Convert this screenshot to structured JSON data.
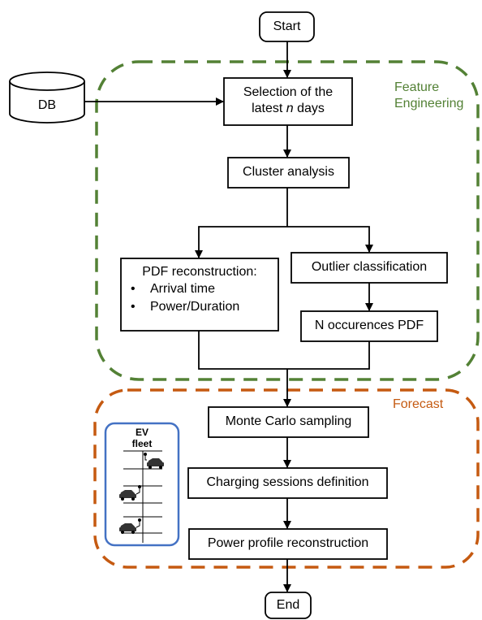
{
  "nodes": {
    "start": "Start",
    "db": "DB",
    "selection": {
      "line1": "Selection of the",
      "line2_pre": "latest ",
      "line2_var": "n",
      "line2_post": " days"
    },
    "cluster": "Cluster analysis",
    "pdf": {
      "title": "PDF reconstruction:",
      "items": [
        "Arrival time",
        "Power/Duration"
      ]
    },
    "outlier": "Outlier classification",
    "noccur": "N occurences PDF",
    "montecarlo": "Monte Carlo sampling",
    "charging": "Charging sessions definition",
    "power": "Power profile reconstruction",
    "end": "End"
  },
  "groups": {
    "feature": {
      "line1": "Feature",
      "line2": "Engineering",
      "color": "#538135"
    },
    "forecast": {
      "label": "Forecast",
      "color": "#C55A11"
    }
  },
  "ev_fleet": {
    "line1": "EV",
    "line2": "fleet",
    "border_color": "#4472C4"
  }
}
